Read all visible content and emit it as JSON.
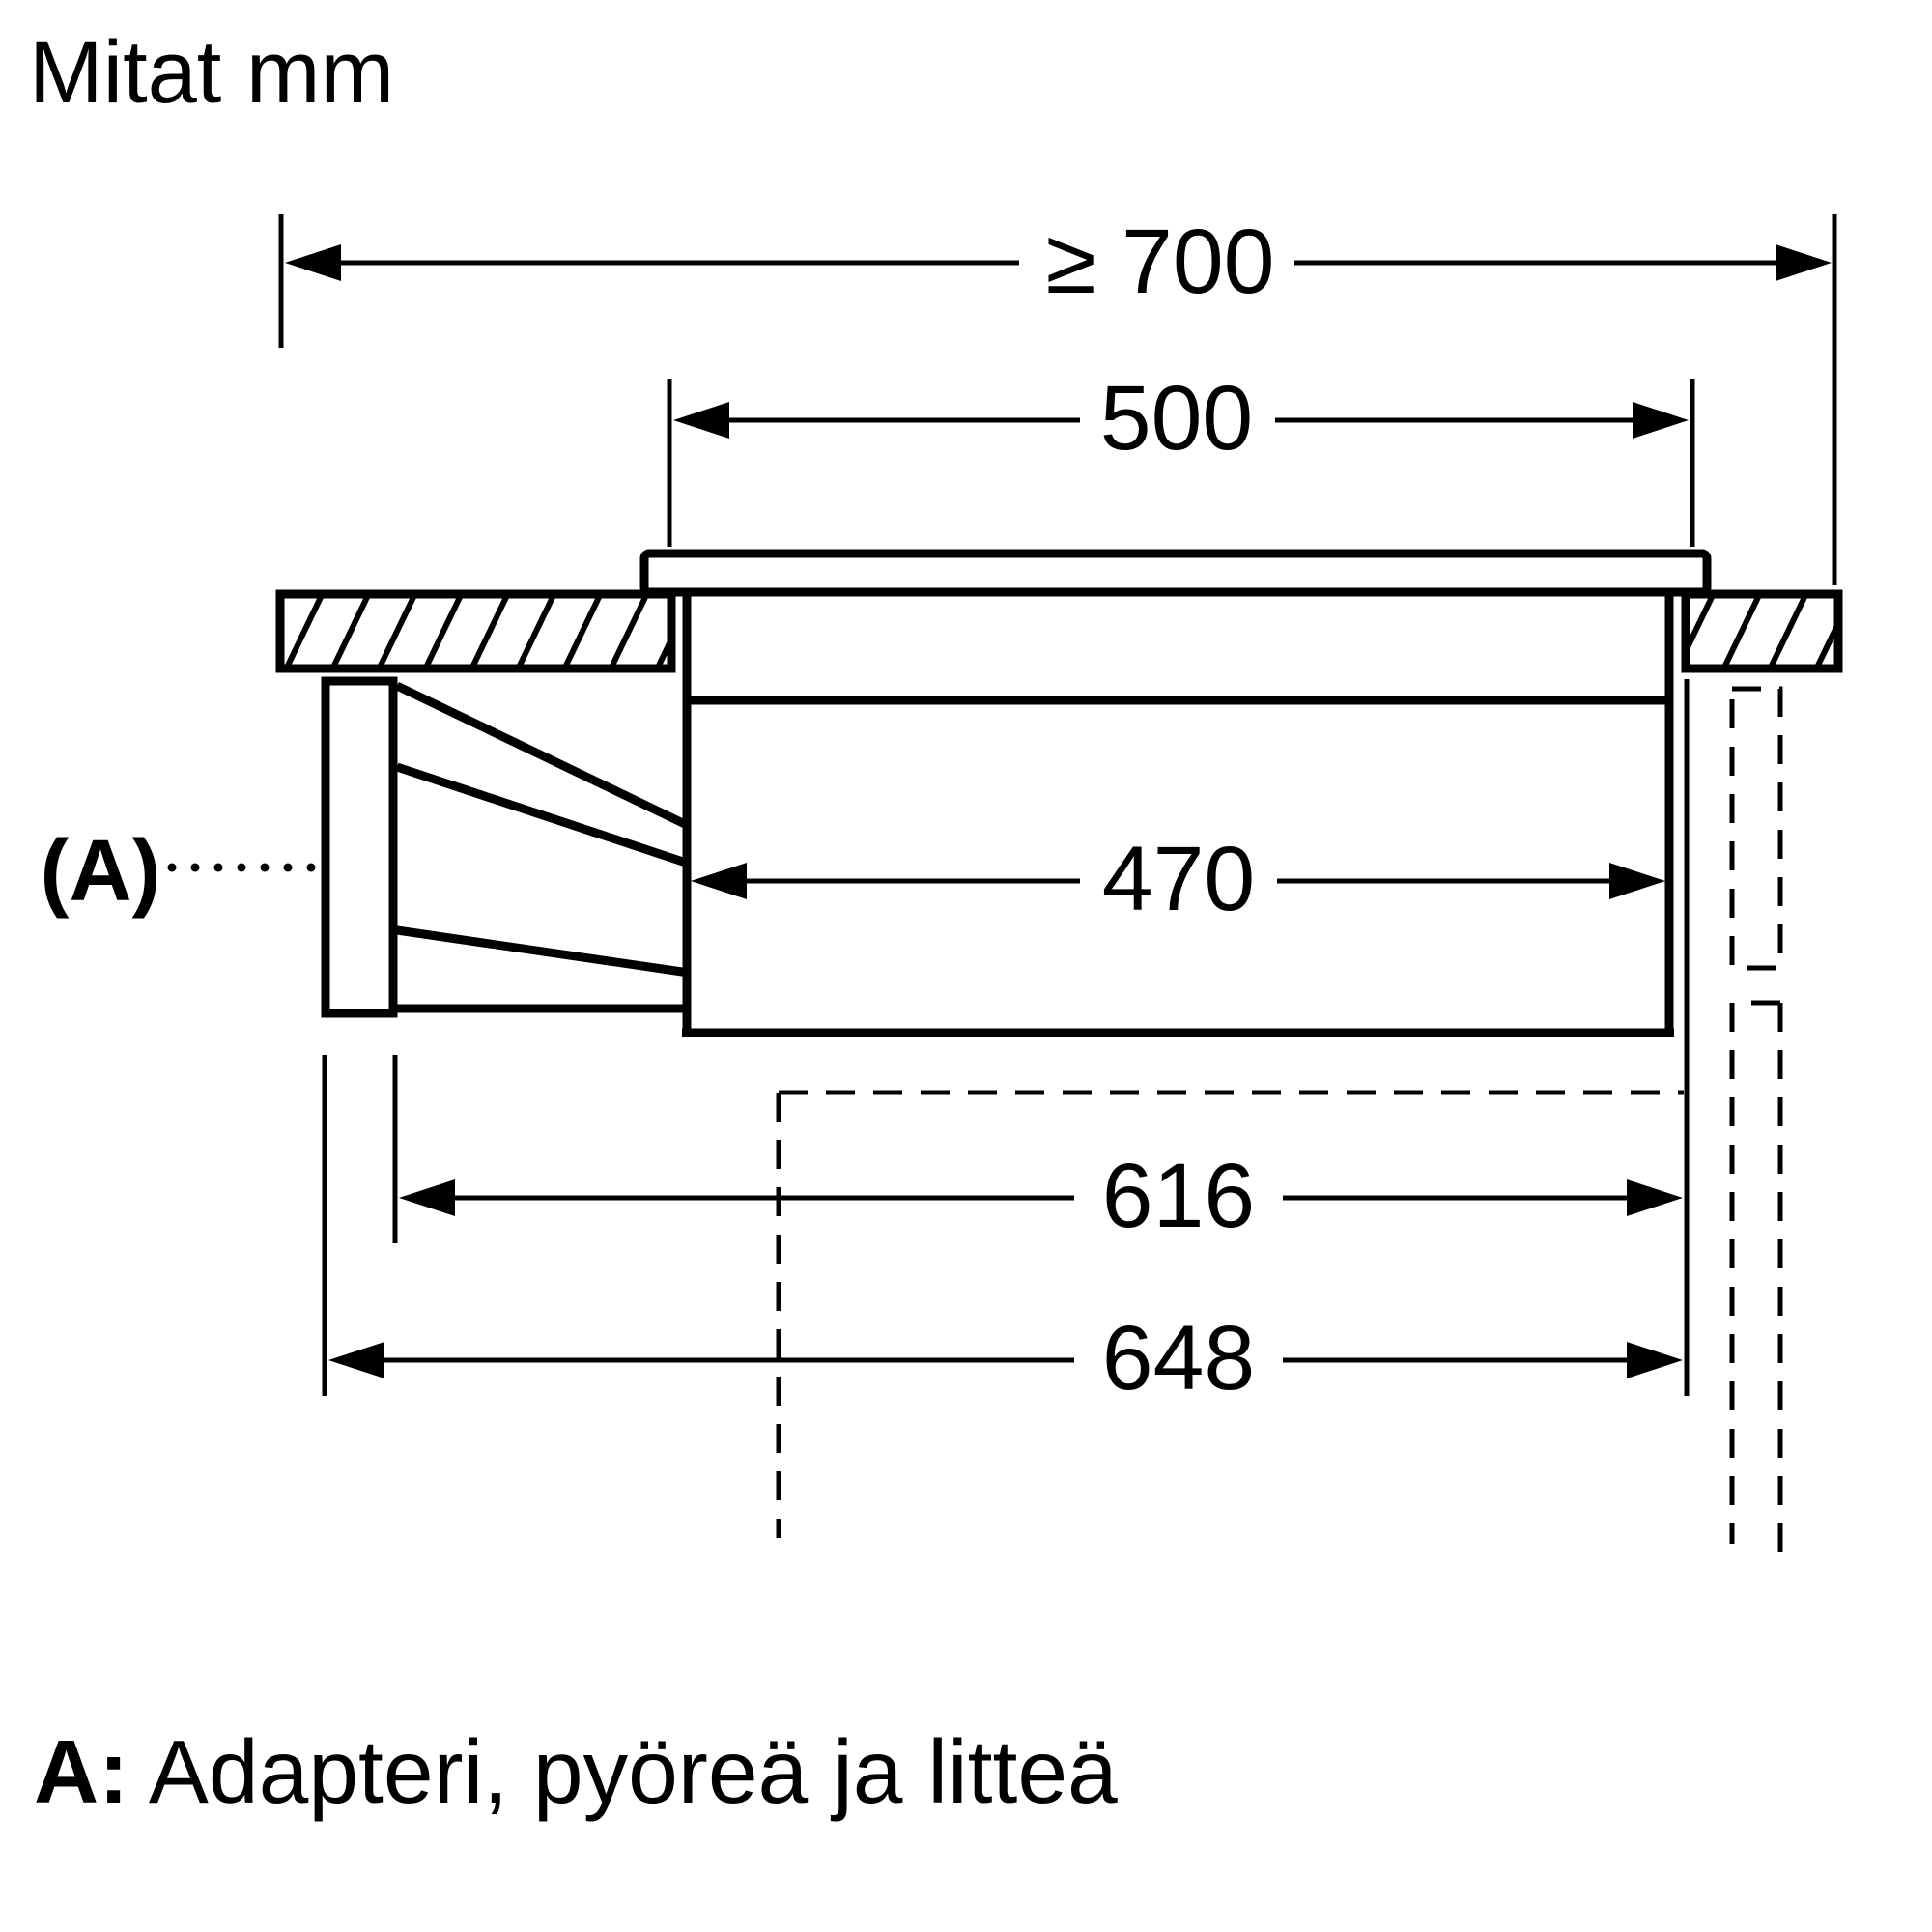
{
  "title": "Mitat mm",
  "dimensions": {
    "countertop_min_width": "≥ 700",
    "glass_panel_width": "500",
    "cutout_width": "470",
    "depth_inner": "616",
    "depth_outer": "648"
  },
  "adapter_label": "(A)",
  "caption": {
    "prefix": "A:",
    "text": " Adapteri, pyöreä ja litteä"
  },
  "colors": {
    "line": "#000000",
    "background": "#ffffff"
  }
}
